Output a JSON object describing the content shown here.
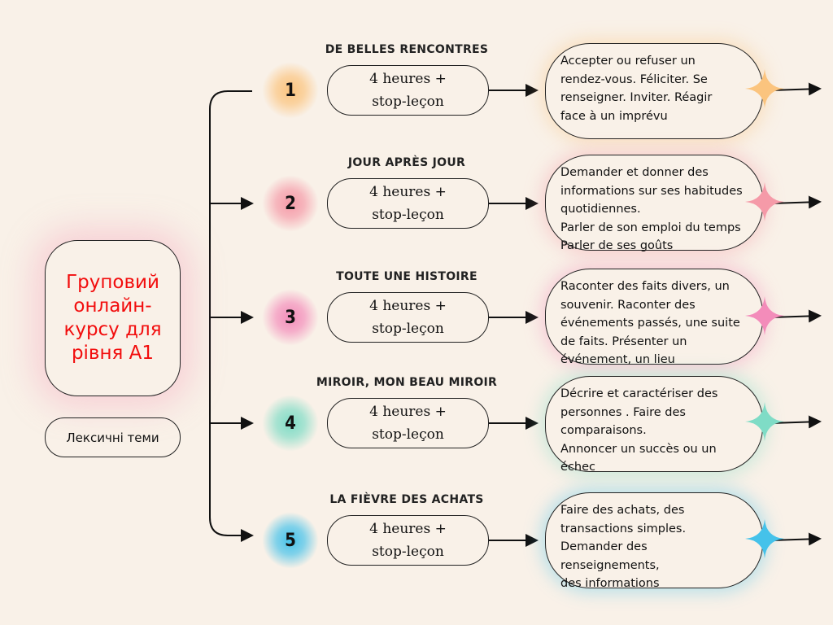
{
  "main": {
    "title_lines": [
      "Груповий",
      "онлайн-",
      "курсу для",
      "рівня А1"
    ],
    "subtitle": "Лексичні теми"
  },
  "modules": [
    {
      "number": "1",
      "title": "DE BELLES RENCONTRES",
      "hours_line1": "4 heures +",
      "hours_line2": "stop-leçon",
      "description": "Accepter ou refuser un\nrendez-vous. Féliciter. Se\nrenseigner. Inviter. Réagir\nface à un imprévu",
      "color": "#fbc47e"
    },
    {
      "number": "2",
      "title": "JOUR APRÈS JOUR",
      "hours_line1": "4 heures +",
      "hours_line2": "stop-leçon",
      "description": "Demander et donner des\ninformations sur ses  habitudes\nquotidiennes.\nParler de son emploi du temps\nParler de ses goûts",
      "color": "#f59aa8"
    },
    {
      "number": "3",
      "title": "TOUTE UNE HISTOIRE",
      "hours_line1": "4 heures +",
      "hours_line2": "stop-leçon",
      "description": "Raconter des faits divers,  un\nsouvenir. Raconter des\névénements passés,  une suite\nde faits. Présenter un\névénement,  un lieu",
      "color": "#f38cba"
    },
    {
      "number": "4",
      "title": "MIROIR, MON BEAU MIROIR",
      "hours_line1": "4 heures +",
      "hours_line2": "stop-leçon",
      "description": "Décrire et caractériser des\npersonnes . Faire des\ncomparaisons.\nAnnoncer un succès ou un échec",
      "color": "#7fdcc6"
    },
    {
      "number": "5",
      "title": "LA FIÈVRE DES ACHATS",
      "hours_line1": "4 heures +",
      "hours_line2": "stop-leçon",
      "description": "Faire des achats, des\ntransactions simples.\nDemander des renseignements,\ndes informations",
      "color": "#45c2ea"
    }
  ]
}
